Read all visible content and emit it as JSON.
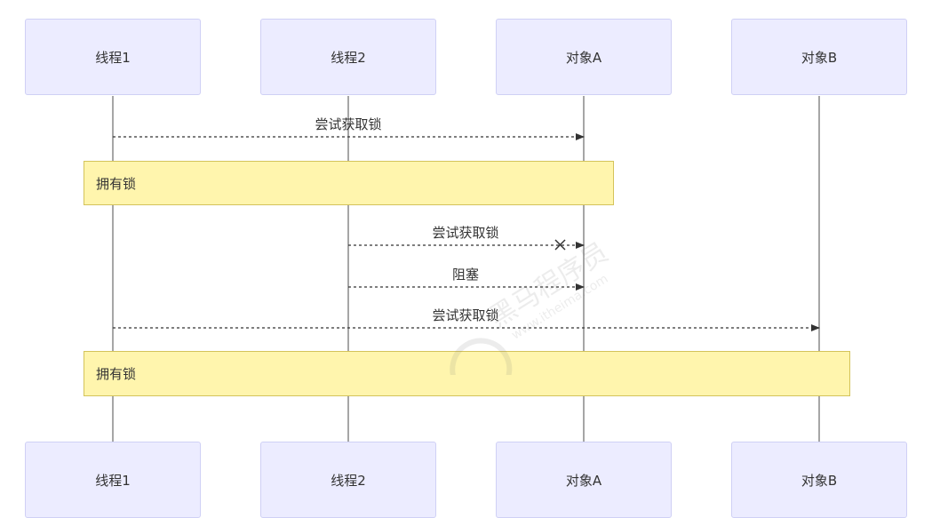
{
  "participants": [
    "线程1",
    "线程2",
    "对象A",
    "对象B"
  ],
  "messages": [
    {
      "label": "尝试获取锁",
      "from": "线程1",
      "to": "对象A",
      "style": "dotted-arrow"
    },
    {
      "label": "尝试获取锁",
      "from": "线程2",
      "to": "对象A",
      "style": "dotted-cross"
    },
    {
      "label": "阻塞",
      "from": "线程2",
      "to": "对象A",
      "style": "dotted-arrow"
    },
    {
      "label": "尝试获取锁",
      "from": "线程1",
      "to": "对象B",
      "style": "dotted-arrow"
    }
  ],
  "notes": [
    {
      "text": "拥有锁"
    },
    {
      "text": "拥有锁"
    }
  ],
  "watermark": {
    "text": "黑马程序员",
    "sub": "www.itheima.com"
  },
  "colors": {
    "actor_fill": "#ececff",
    "actor_border": "#cfd0f5",
    "note_fill": "#fff5ad",
    "note_border": "#d4c35a",
    "lifeline": "#888888",
    "message": "#333333"
  }
}
